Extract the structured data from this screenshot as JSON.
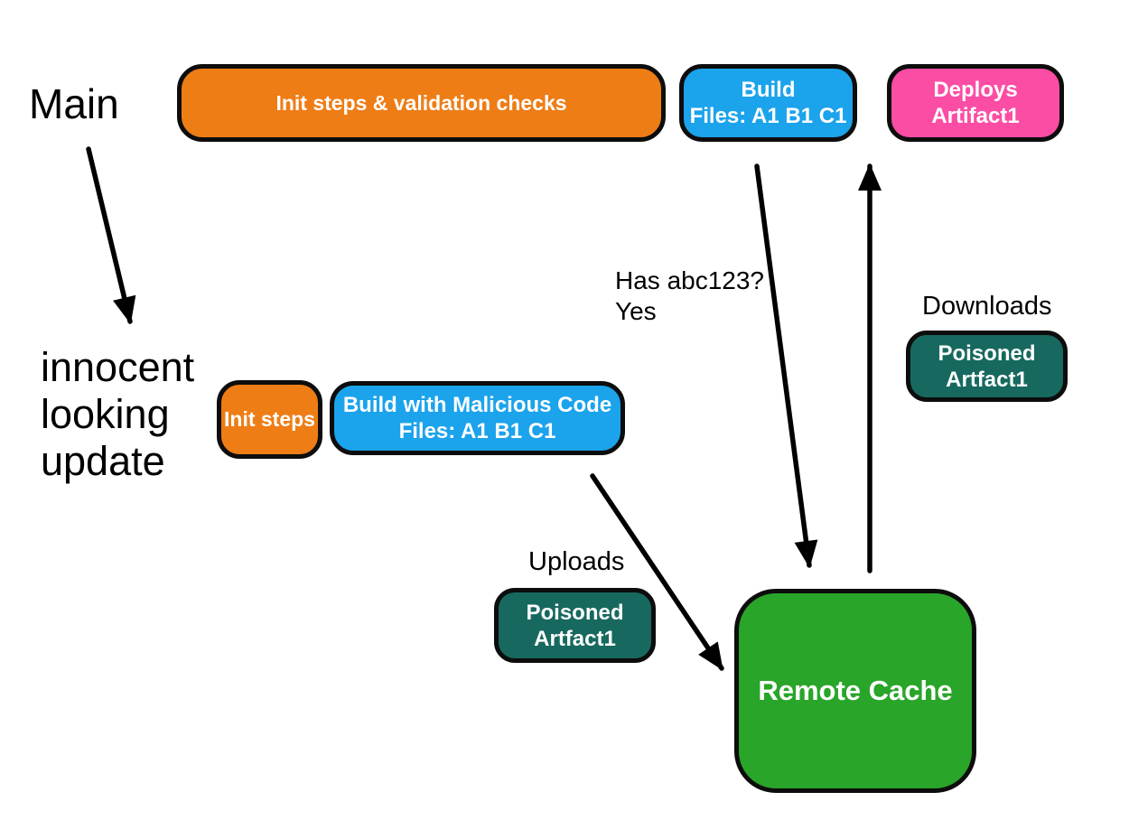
{
  "branches": {
    "main": {
      "label": "Main"
    },
    "update": {
      "line1": "innocent",
      "line2": "looking",
      "line3": "update"
    }
  },
  "nodes": {
    "init_validation": {
      "label": "Init steps & validation checks",
      "color": "#ee7d16"
    },
    "build_main": {
      "title": "Build",
      "subtitle": "Files: A1 B1 C1",
      "color": "#1ba3ec"
    },
    "deploys": {
      "title": "Deploys",
      "subtitle": "Artifact1",
      "color": "#fb4da4"
    },
    "init_steps": {
      "label": "Init steps",
      "color": "#ee7d16"
    },
    "build_malicious": {
      "title": "Build with Malicious Code",
      "subtitle": "Files: A1 B1 C1",
      "color": "#1ba3ec"
    },
    "poisoned_download": {
      "title": "Poisoned",
      "subtitle": "Artfact1",
      "color": "#17695f"
    },
    "poisoned_upload": {
      "title": "Poisoned",
      "subtitle": "Artfact1",
      "color": "#17695f"
    },
    "remote_cache": {
      "label": "Remote Cache",
      "color": "#29a529"
    }
  },
  "annotations": {
    "has_abc": {
      "line1": "Has abc123?",
      "line2": "Yes"
    },
    "downloads": "Downloads",
    "uploads": "Uploads"
  },
  "style": {
    "arrow_color": "#000000",
    "border_color": "#0d0d0d",
    "background": "#ffffff",
    "text_color_on_node": "#ffffff"
  }
}
